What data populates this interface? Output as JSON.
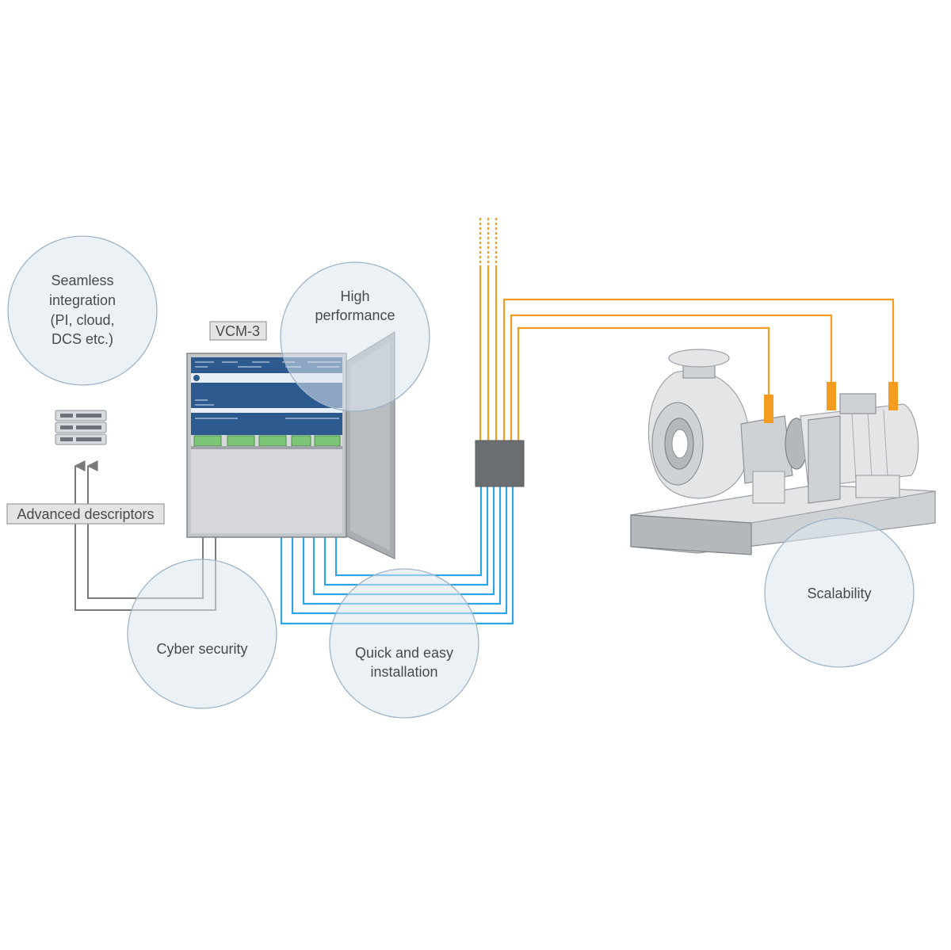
{
  "labels": {
    "vcm": "VCM-3",
    "advanced": "Advanced descriptors"
  },
  "bubbles": {
    "seamless": [
      "Seamless",
      "integration",
      "(PI, cloud,",
      "DCS etc.)"
    ],
    "performance": [
      "High",
      "performance"
    ],
    "cyber": [
      "Cyber security"
    ],
    "quick": [
      "Quick and easy",
      "installation"
    ],
    "scalability": [
      "Scalability"
    ]
  },
  "colors": {
    "sensor_cable": "#f39c1f",
    "signal_cable": "#2fa3e6",
    "data_cable": "#7a7a7a",
    "bubble_fill": "#dde6ef",
    "bubble_stroke": "#9db4c8",
    "cabinet_panel": "#2d5a8e",
    "terminal_green": "#7cc576"
  }
}
